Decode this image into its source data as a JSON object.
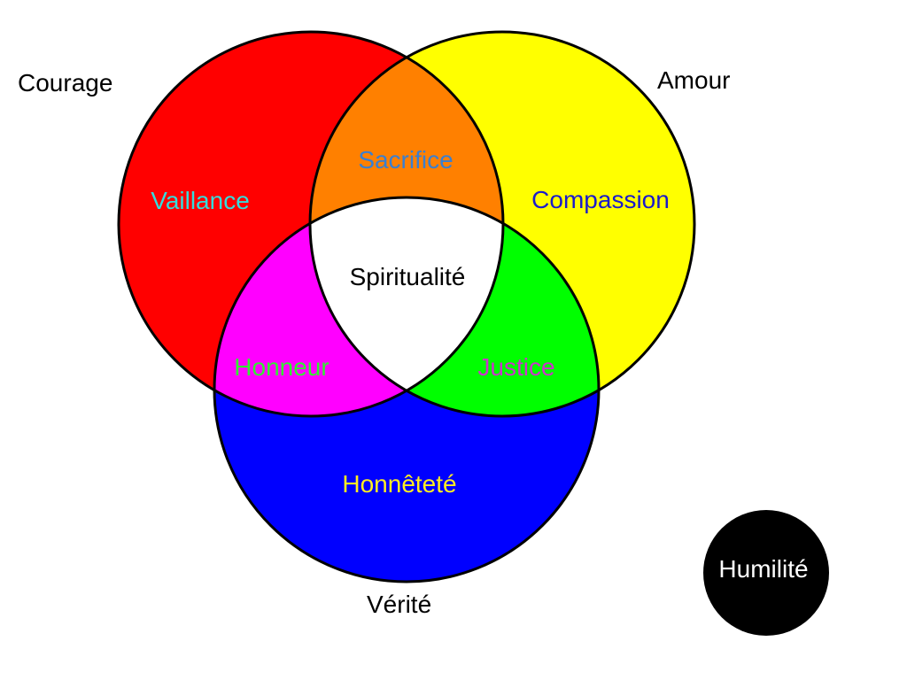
{
  "circles": {
    "courage": {
      "label": "Courage",
      "fill": "#ff0000"
    },
    "amour": {
      "label": "Amour",
      "fill": "#ffff00"
    },
    "verite": {
      "label": "Vérité",
      "fill": "#0000ff"
    }
  },
  "regions": {
    "vaillance": {
      "label": "Vaillance",
      "text_color": "#33dddd"
    },
    "compassion": {
      "label": "Compassion",
      "text_color": "#1a1acc"
    },
    "honnetete": {
      "label": "Honnêteté",
      "text_color": "#ffee22"
    },
    "sacrifice": {
      "label": "Sacrifice",
      "fill": "#ff8000",
      "text_color": "#3a7fd0"
    },
    "honneur": {
      "label": "Honneur",
      "fill": "#ff00ff",
      "text_color": "#33ee33"
    },
    "justice": {
      "label": "Justice",
      "fill": "#00ff00",
      "text_color": "#cc33cc"
    },
    "spiritualite": {
      "label": "Spiritualité",
      "fill": "#ffffff",
      "text_color": "#000000"
    }
  },
  "humilite": {
    "label": "Humilité",
    "fill": "#000000",
    "text_color": "#ffffff"
  }
}
